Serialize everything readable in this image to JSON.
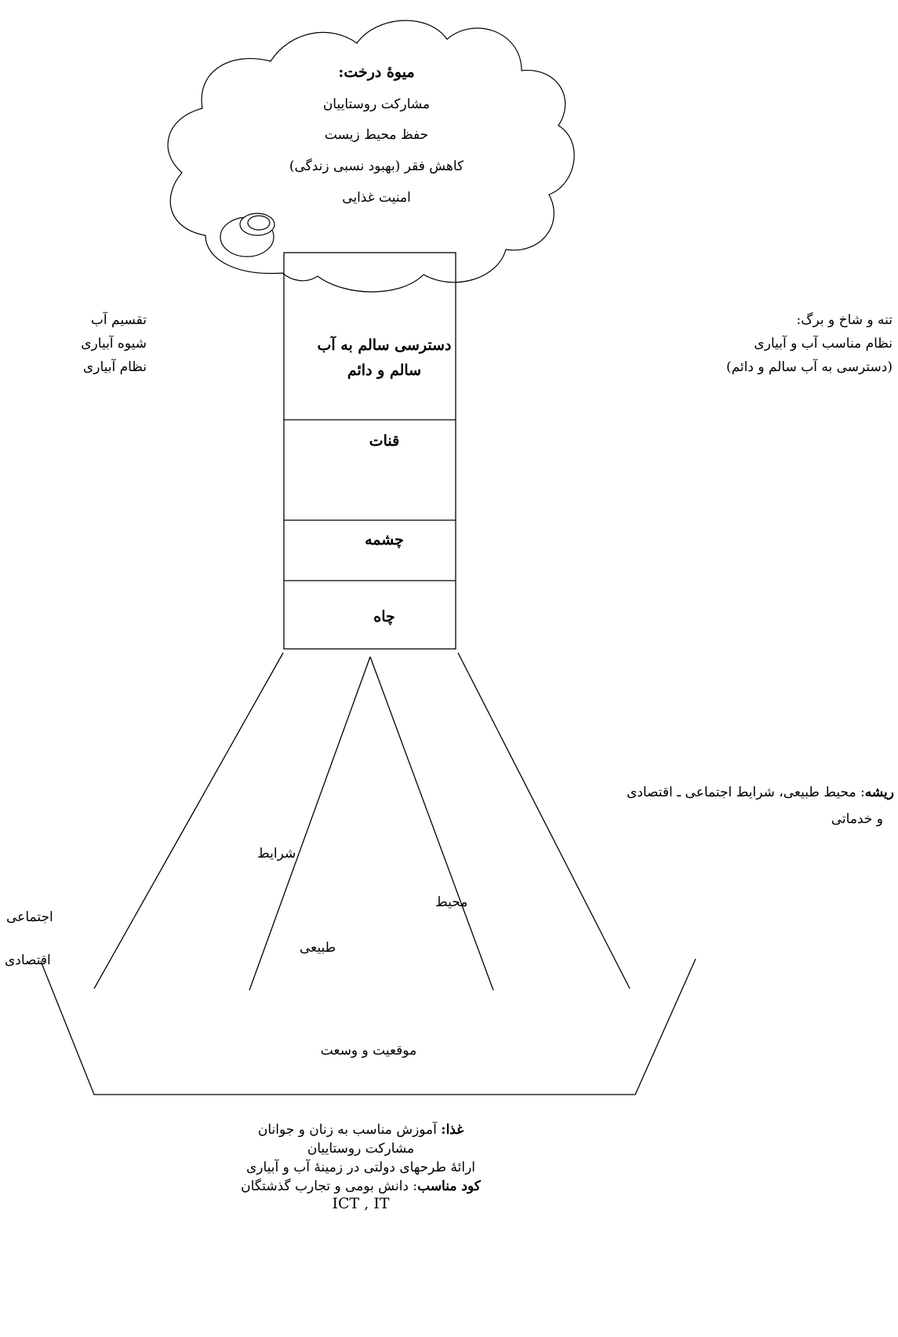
{
  "cloud": {
    "title": "میوهٔ درخت:",
    "lines": [
      "مشارکت روستاییان",
      "حفظ محیط زیست",
      "کاهش فقر (بهبود نسبی زندگی)",
      "امنیت غذایی"
    ]
  },
  "trunk": {
    "top": "دسترسی سالم به آب سالم و دائم",
    "qanat": "قنات",
    "spring": "چشمه",
    "well": "چاه"
  },
  "left_labels": [
    "تقسیم آب",
    "شیوه آبیاری",
    "نظام آبیاری"
  ],
  "right_labels": [
    "تنه و شاخ و برگ:",
    "نظام مناسب آب و آبیاری",
    "(دسترسی به آب سالم و دائم)"
  ],
  "root": {
    "head_bold": "ریشه",
    "head_text": ": محیط طبیعی، شرایط اجتماعی ـ اقتصادی",
    "head_line2": "و خدماتی",
    "sharayet": "شرایط",
    "tabiei": "طبیعی",
    "mohit": "محیط",
    "ejtemaei": "اجتماعی",
    "eqtesadi": "اقتصادی",
    "location": "موقعیت و وسعت"
  },
  "bottom": {
    "food_bold": "غذا:",
    "food_text": " آموزش مناسب به زنان و جوانان",
    "line2": "مشارکت روستاییان",
    "line3": "ارائهٔ طرحهای دولتی در زمینهٔ آب و آبیاری",
    "fert_bold": "کود مناسب",
    "fert_text": ": دانش بومی و تجارب گذشتگان",
    "line5": "ICT , IT"
  }
}
